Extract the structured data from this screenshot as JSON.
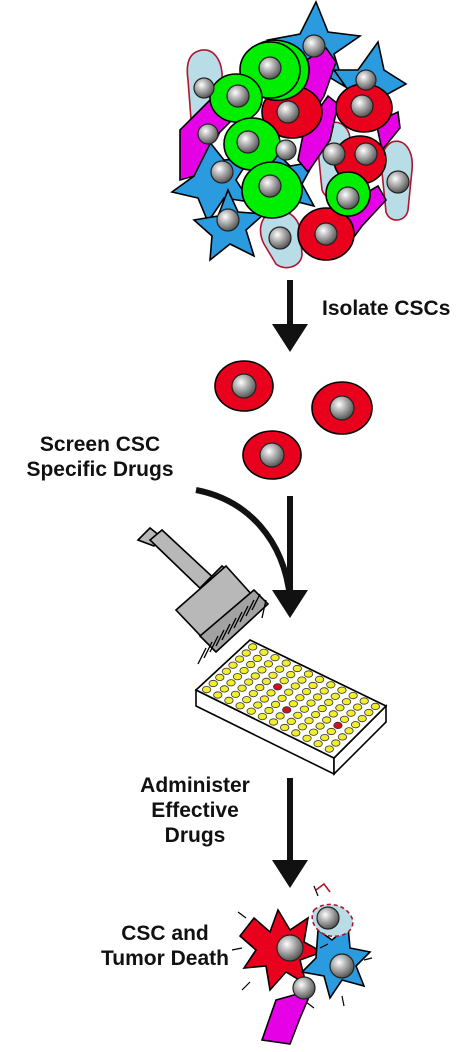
{
  "steps": {
    "isolate": "Isolate CSCs",
    "screen": "Screen CSC\nSpecific Drugs",
    "administer": "Administer\nEffective\nDrugs",
    "death": "CSC and\nTumor Death"
  },
  "colors": {
    "csc_red": "#e8001c",
    "green_cell": "#00ee00",
    "blue_cell": "#2b9be0",
    "magenta_cell": "#e600e6",
    "lightblue_cell": "#b9dde7",
    "nucleus": "#7a7a7a",
    "well_yellow": "#f2ee2a",
    "hit_red": "#d01020",
    "pipette_gray": "#b8b8b8",
    "arrow": "#111111"
  },
  "icons": {
    "tumor": "tumor-cell-cluster",
    "isolated": "isolated-cancer-stem-cells",
    "pipette": "multichannel-pipette",
    "plate": "96-well-plate",
    "dying": "dying-tumor-cells"
  }
}
